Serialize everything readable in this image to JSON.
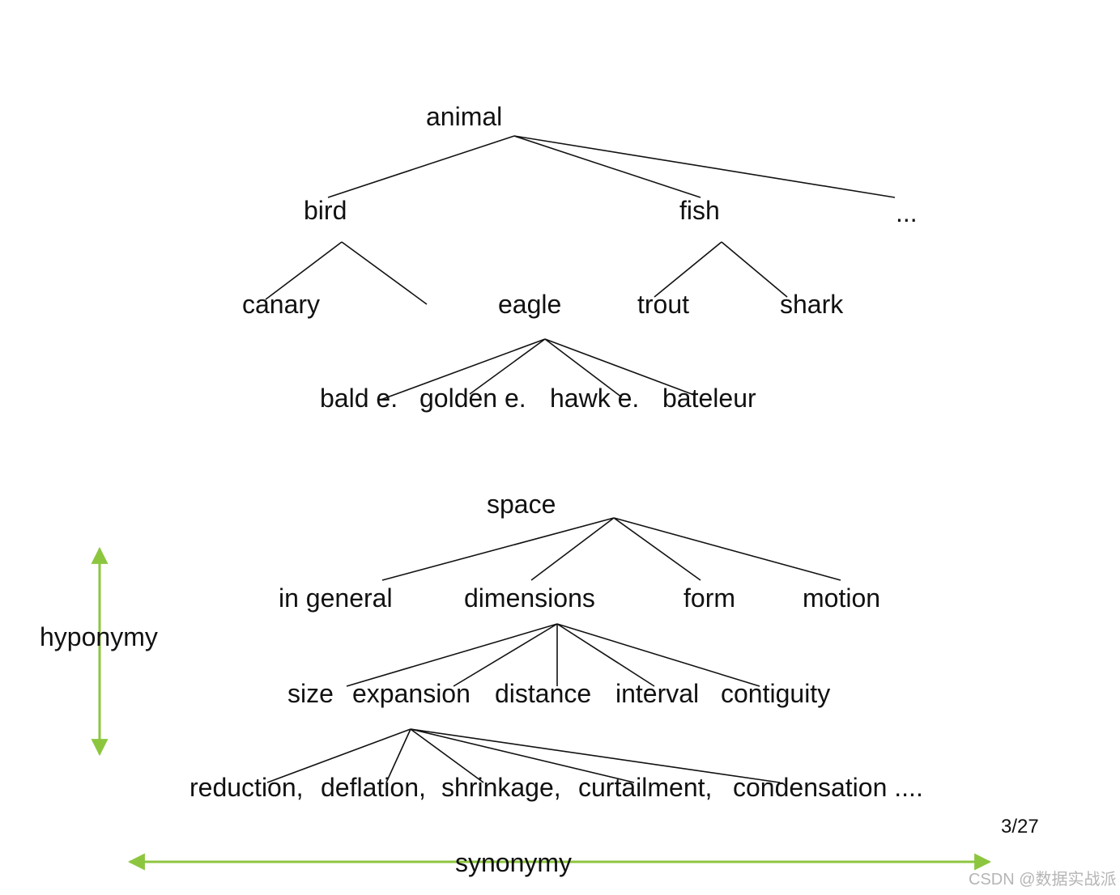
{
  "colors": {
    "text": "#111111",
    "edge": "#111111",
    "arrow": "#8cc63f",
    "watermark": "#b5b5b5"
  },
  "tree1": {
    "root": "animal",
    "level1": [
      "bird",
      "fish",
      "..."
    ],
    "level2": [
      "canary",
      "eagle",
      "trout",
      "shark"
    ],
    "level3": [
      "bald e.",
      "golden e.",
      "hawk e.",
      "bateleur"
    ]
  },
  "tree2": {
    "root": "space",
    "level1": [
      "in general",
      "dimensions",
      "form",
      "motion"
    ],
    "level2": [
      "size",
      "expansion",
      "distance",
      "interval",
      "contiguity"
    ],
    "level3": [
      "reduction,",
      "deflation,",
      "shrinkage,",
      "curtailment,",
      "condensation ...."
    ]
  },
  "axes": {
    "vertical_label": "hyponymy",
    "horizontal_label": "synonymy"
  },
  "page_number": "3/27",
  "watermark": "CSDN @数据实战派"
}
